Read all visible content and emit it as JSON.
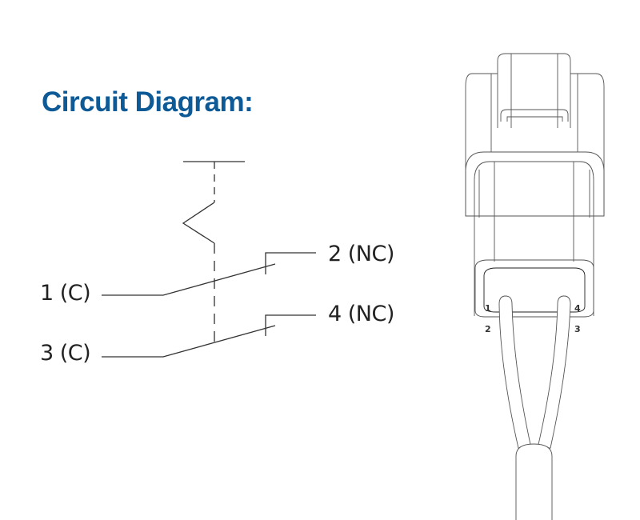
{
  "title": "Circuit Diagram:",
  "circuit": {
    "terminals": [
      {
        "label": "1 (C)"
      },
      {
        "label": "2 (NC)"
      },
      {
        "label": "3 (C)"
      },
      {
        "label": "4 (NC)"
      }
    ]
  },
  "connector": {
    "pins": [
      "1",
      "2",
      "3",
      "4"
    ]
  }
}
